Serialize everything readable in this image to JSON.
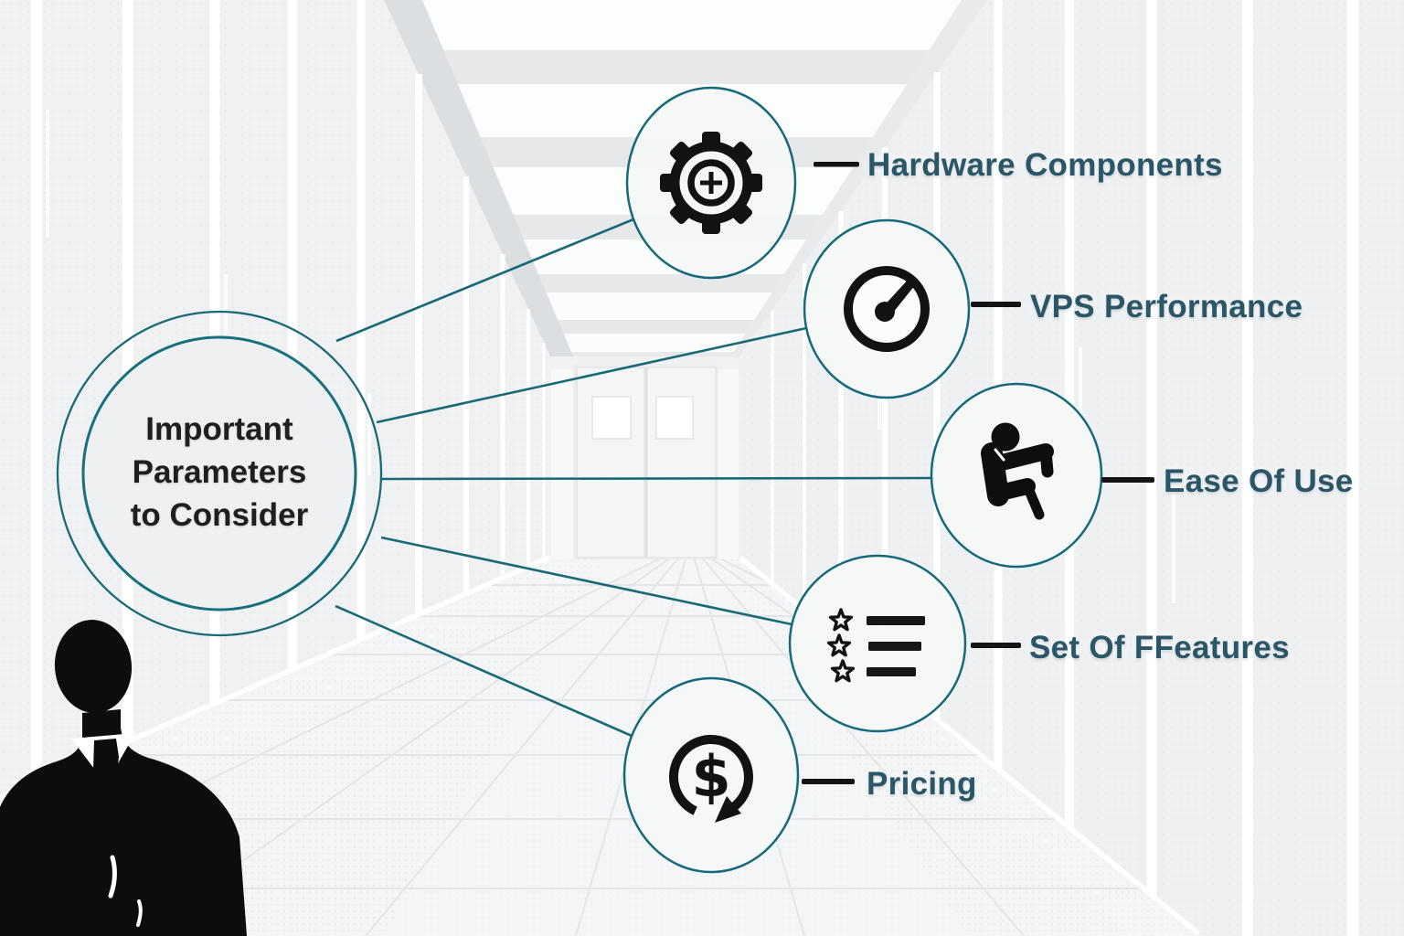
{
  "diagram": {
    "center_title": [
      "Important",
      "Parameters",
      "to Consider"
    ],
    "nodes": [
      {
        "label": "Hardware Components",
        "icon": "gear-plus-icon"
      },
      {
        "label": "VPS Performance",
        "icon": "speedometer-icon"
      },
      {
        "label": "Ease Of Use",
        "icon": "seated-person-icon"
      },
      {
        "label": "Set Of FFeatures",
        "icon": "starred-list-icon"
      },
      {
        "label": "Pricing",
        "icon": "dollar-refresh-icon"
      }
    ]
  },
  "scene": {
    "setting": "server-room-corridor",
    "figure": "businessman-silhouette"
  },
  "colors": {
    "accent_teal": "#1a6a76",
    "label_text": "#2a5667",
    "title_text": "#1e1f21",
    "icon_ink": "#121214"
  }
}
